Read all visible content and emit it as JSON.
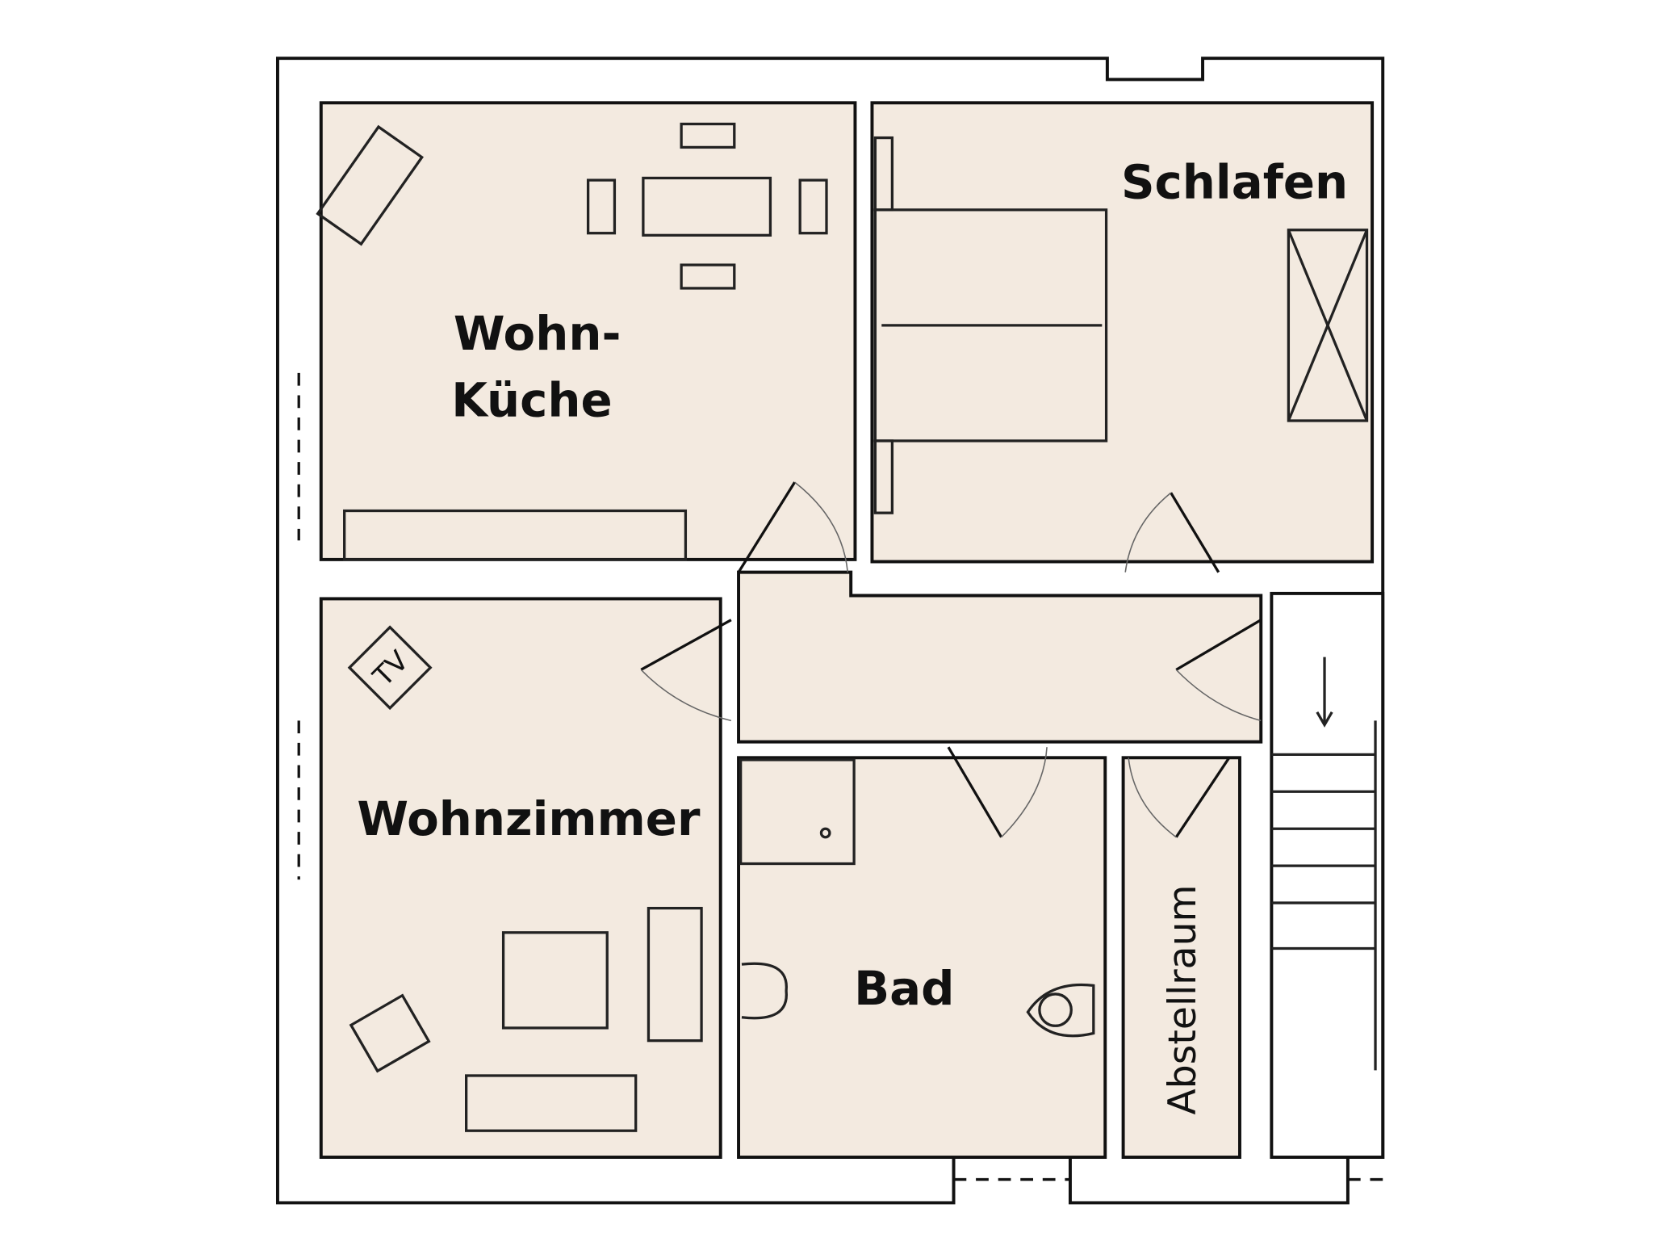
{
  "rooms": {
    "kitchen_line1": "Wohn-",
    "kitchen_line2": "Küche",
    "bedroom": "Schlafen",
    "living": "Wohnzimmer",
    "bath": "Bad",
    "storage": "Abstellraum",
    "tv": "TV"
  },
  "colors": {
    "floor": "#f3eae0",
    "wall": "#ffffff",
    "line": "#111111"
  }
}
